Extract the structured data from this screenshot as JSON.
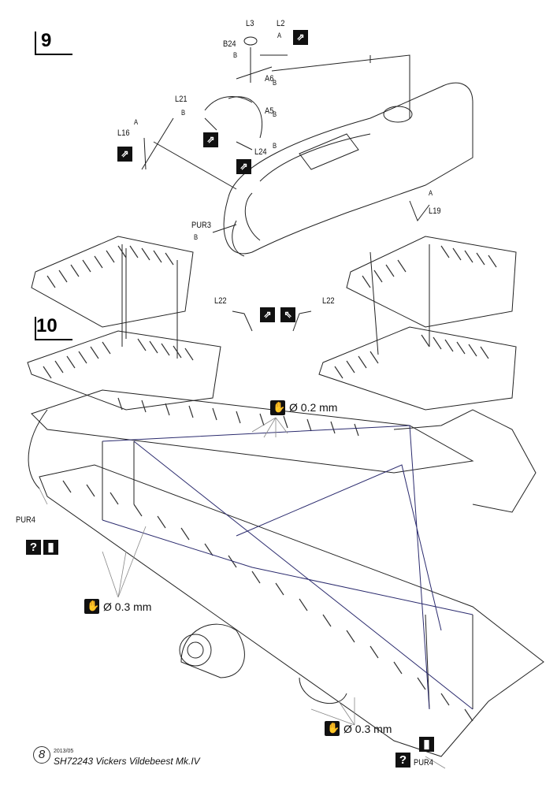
{
  "steps": {
    "s9": "9",
    "s10": "10"
  },
  "parts": {
    "L3": "L3",
    "L2": "L2",
    "B24": "B24",
    "A6": "A6",
    "A5": "A5",
    "L21": "L21",
    "L16": "L16",
    "L24": "L24",
    "L19": "L19",
    "PUR3": "PUR3",
    "L22_left": "L22",
    "L22_right": "L22",
    "PUR4_left": "PUR4",
    "PUR4_right": "PUR4"
  },
  "glue": {
    "A": "A",
    "B": "B"
  },
  "rigging": {
    "top": "Ø 0.2 mm",
    "left": "Ø 0.3 mm",
    "bottom": "Ø 0.3 mm"
  },
  "badges": {
    "question": "?"
  },
  "footer": {
    "page_number": "8",
    "date": "2013/05",
    "title": "SH72243 Vickers Vildebeest Mk.IV"
  },
  "icons": [
    "step-corner-icon",
    "fold-arrow-icon",
    "glue-drop-icon",
    "hand-icon",
    "question-icon",
    "paint-icon"
  ]
}
